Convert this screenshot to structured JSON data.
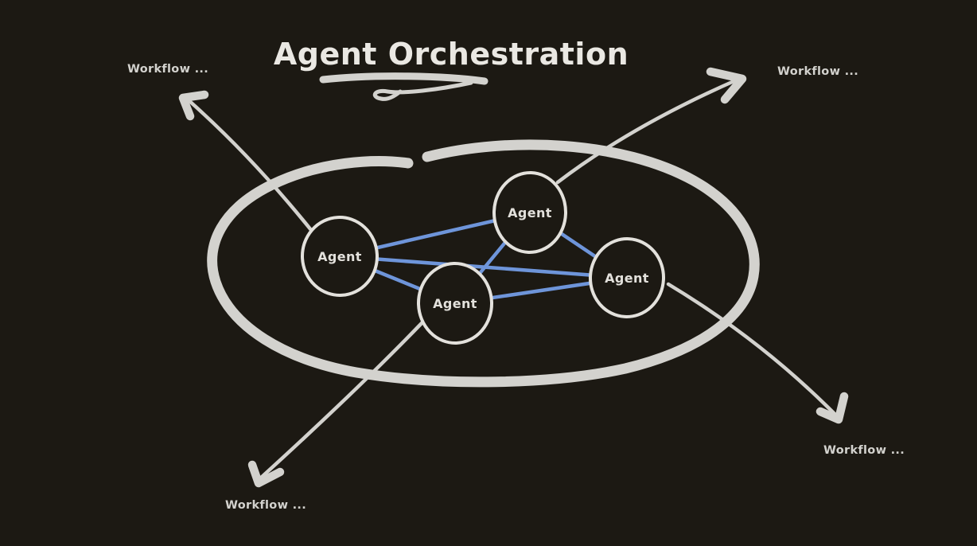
{
  "title": "Agent Orchestration",
  "colors": {
    "background": "#1c1913",
    "ink": "#d3d2ce",
    "outline": "#e3e1dc",
    "title-ink": "#eae8e3",
    "connection": "#6e95da"
  },
  "nodes": [
    {
      "id": "agent-left",
      "label": "Agent"
    },
    {
      "id": "agent-top",
      "label": "Agent"
    },
    {
      "id": "agent-bottom",
      "label": "Agent"
    },
    {
      "id": "agent-right",
      "label": "Agent"
    }
  ],
  "edges": [
    [
      "agent-left",
      "agent-top"
    ],
    [
      "agent-left",
      "agent-bottom"
    ],
    [
      "agent-left",
      "agent-right"
    ],
    [
      "agent-top",
      "agent-bottom"
    ],
    [
      "agent-top",
      "agent-right"
    ],
    [
      "agent-bottom",
      "agent-right"
    ]
  ],
  "workflow_labels": [
    {
      "position": "top-left",
      "label": "Workflow ..."
    },
    {
      "position": "top-right",
      "label": "Workflow ..."
    },
    {
      "position": "bottom-left",
      "label": "Workflow ..."
    },
    {
      "position": "bottom-right",
      "label": "Workflow ..."
    }
  ]
}
